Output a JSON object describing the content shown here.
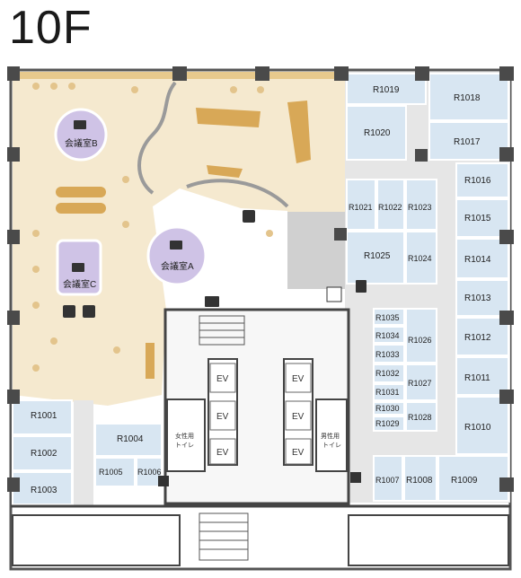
{
  "floor_label": "10F",
  "rooms": {
    "R1019": "R1019",
    "R1018": "R1018",
    "R1020": "R1020",
    "R1017": "R1017",
    "R1016": "R1016",
    "R1015": "R1015",
    "R1014": "R1014",
    "R1013": "R1013",
    "R1012": "R1012",
    "R1011": "R1011",
    "R1010": "R1010",
    "R1009": "R1009",
    "R1008": "R1008",
    "R1007": "R1007",
    "R1021": "R1021",
    "R1022": "R1022",
    "R1023": "R1023",
    "R1025": "R1025",
    "R1024": "R1024",
    "R1035": "R1035",
    "R1034": "R1034",
    "R1033": "R1033",
    "R1032": "R1032",
    "R1031": "R1031",
    "R1030": "R1030",
    "R1029": "R1029",
    "R1026": "R1026",
    "R1027": "R1027",
    "R1028": "R1028",
    "R1001": "R1001",
    "R1002": "R1002",
    "R1003": "R1003",
    "R1004": "R1004",
    "R1005": "R1005",
    "R1006": "R1006"
  },
  "meeting_rooms": {
    "a": "会議室A",
    "b": "会議室B",
    "c": "会議室C"
  },
  "elevator_label": "EV",
  "restrooms": {
    "women": [
      "女性用",
      "トイレ"
    ],
    "men": [
      "男性用",
      "トイレ"
    ]
  },
  "colors": {
    "lounge": "#f5e9cf",
    "office": "#d8e6f2",
    "meeting": "#cfc3e6",
    "wall": "#4a4a4a",
    "corridor": "#e6e6e6",
    "table": "#d8a857"
  }
}
